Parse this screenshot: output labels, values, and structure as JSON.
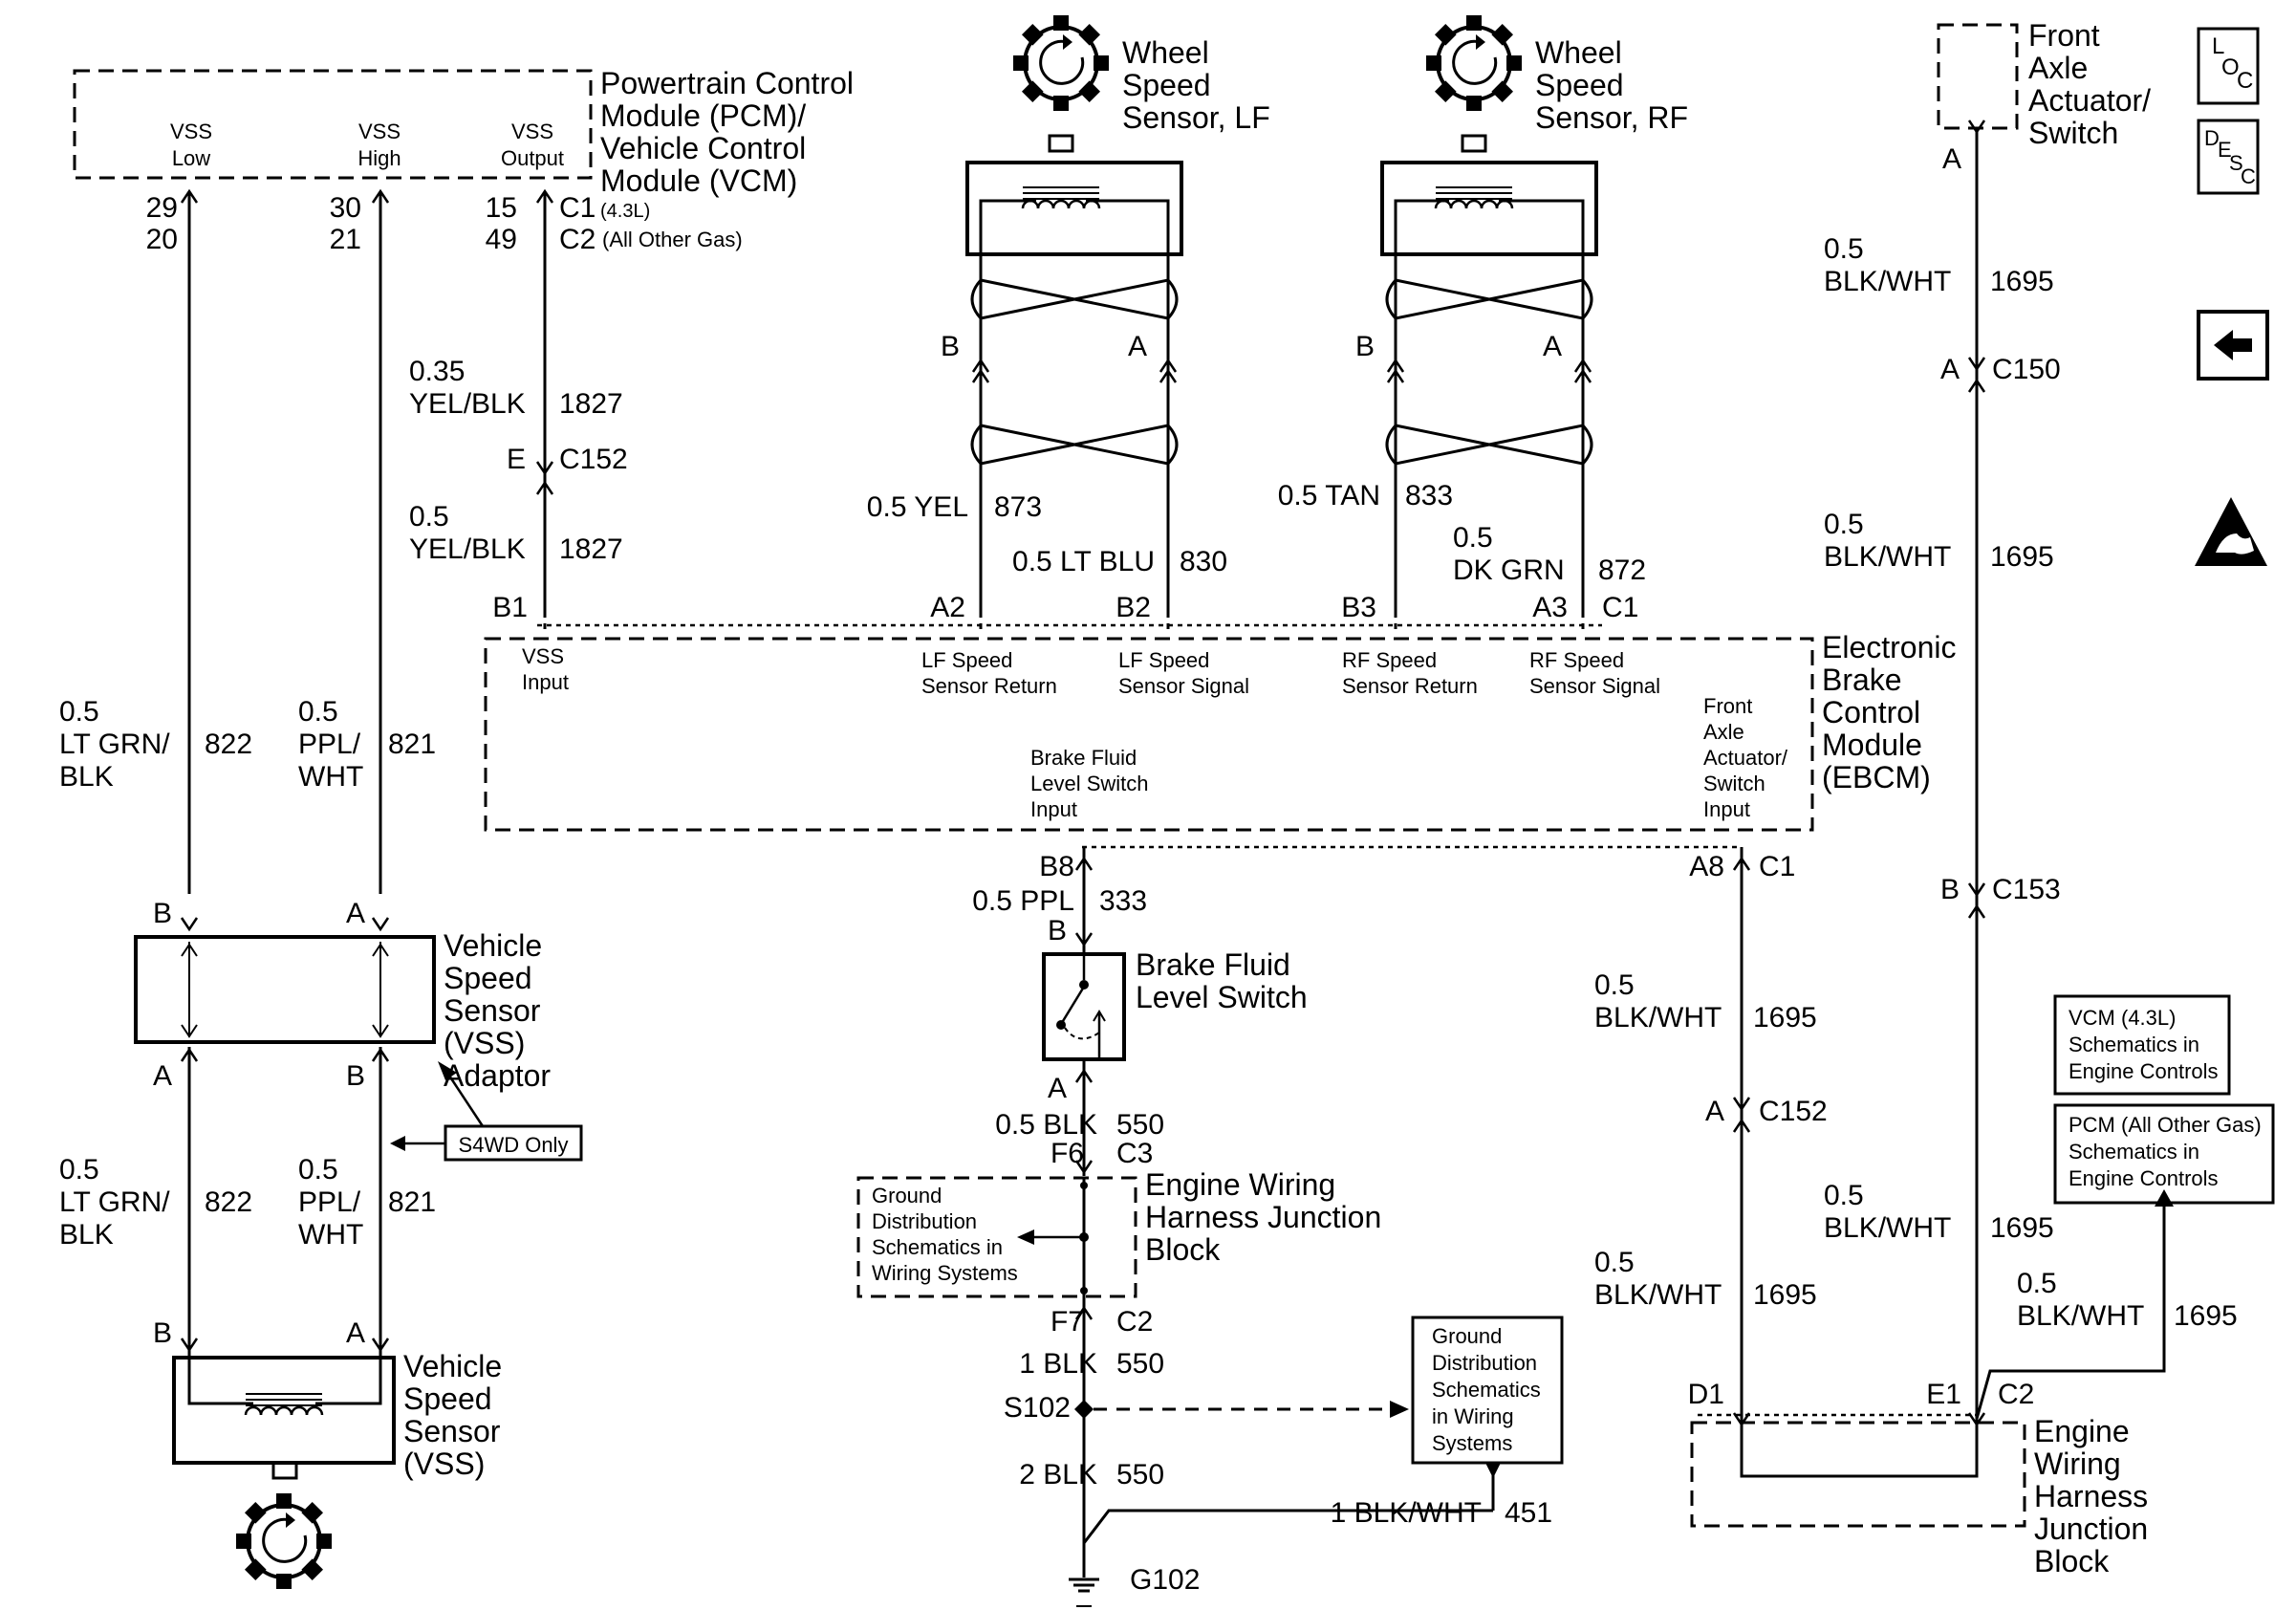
{
  "pcm": {
    "title": [
      "Powertrain Control",
      "Module (PCM)/",
      "Vehicle Control",
      "Module (VCM)"
    ],
    "pins": [
      [
        "VSS",
        "Low"
      ],
      [
        "VSS",
        "High"
      ],
      [
        "VSS",
        "Output"
      ]
    ],
    "pin_numbers": [
      [
        "29",
        "20"
      ],
      [
        "30",
        "21"
      ],
      [
        "15",
        "49"
      ]
    ],
    "connectors": [
      {
        "id": "C1",
        "note": "(4.3L)"
      },
      {
        "id": "C2",
        "note": "(All Other Gas)"
      }
    ]
  },
  "wires": {
    "vss_output_top": {
      "size": "0.35",
      "color": "YEL/BLK",
      "circuit": "1827"
    },
    "c152_e": {
      "pin": "E",
      "id": "C152"
    },
    "vss_output_bottom": {
      "size": "0.5",
      "color": "YEL/BLK",
      "circuit": "1827"
    },
    "vss_low_top": {
      "size": "0.5",
      "color": [
        "LT GRN/",
        "BLK"
      ],
      "circuit": "822"
    },
    "vss_high_top": {
      "size": "0.5",
      "color": [
        "PPL/",
        "WHT"
      ],
      "circuit": "821"
    },
    "vss_low_bottom": {
      "size": "0.5",
      "color": [
        "LT GRN/",
        "BLK"
      ],
      "circuit": "822"
    },
    "vss_high_bottom": {
      "size": "0.5",
      "color": [
        "PPL/",
        "WHT"
      ],
      "circuit": "821"
    },
    "lf_return": {
      "label": "0.5 YEL",
      "circuit": "873"
    },
    "lf_signal": {
      "label": "0.5 LT BLU",
      "circuit": "830"
    },
    "rf_return": {
      "label": "0.5 TAN",
      "circuit": "833"
    },
    "rf_signal": {
      "size": "0.5",
      "color": "DK GRN",
      "circuit": "872"
    },
    "brake_fluid": {
      "label": "0.5 PPL",
      "circuit": "333"
    },
    "brake_switch_out": {
      "label": "0.5 BLK",
      "circuit": "550"
    },
    "f7_c2": {
      "label": "1 BLK",
      "circuit": "550"
    },
    "s102_g102": {
      "label": "2 BLK",
      "circuit": "550"
    },
    "ground_blkwht": {
      "label": "1 BLK/WHT",
      "circuit": "451"
    },
    "ebcm_a8": {
      "size": "0.5",
      "color": "BLK/WHT",
      "circuit": "1695"
    },
    "c152_a_to_d1": {
      "size": "0.5",
      "color": "BLK/WHT",
      "circuit": "1695"
    },
    "front_axle_top": {
      "size": "0.5",
      "color": "BLK/WHT",
      "circuit": "1695"
    },
    "front_axle_mid": {
      "size": "0.5",
      "color": "BLK/WHT",
      "circuit": "1695"
    },
    "e1_up": {
      "size": "0.5",
      "color": "BLK/WHT",
      "circuit": "1695"
    },
    "e1_right": {
      "size": "0.5",
      "color": "BLK/WHT",
      "circuit": "1695"
    }
  },
  "vss_adaptor": {
    "title": [
      "Vehicle",
      "Speed",
      "Sensor",
      "(VSS)",
      "Adaptor"
    ],
    "top_pins": [
      "B",
      "A"
    ],
    "bottom_pins": [
      "A",
      "B"
    ],
    "note": "S4WD Only"
  },
  "vss_sensor": {
    "title": [
      "Vehicle",
      "Speed",
      "Sensor",
      "(VSS)"
    ],
    "pins": [
      "B",
      "A"
    ]
  },
  "wss_lf": {
    "title": [
      "Wheel",
      "Speed",
      "Sensor, LF"
    ],
    "pins": [
      "B",
      "A"
    ]
  },
  "wss_rf": {
    "title": [
      "Wheel",
      "Speed",
      "Sensor, RF"
    ],
    "pins": [
      "B",
      "A"
    ]
  },
  "ebcm": {
    "title": [
      "Electronic",
      "Brake",
      "Control",
      "Module",
      "(EBCM)"
    ],
    "pins_top": [
      "B1",
      "A2",
      "B2",
      "B3",
      "A3"
    ],
    "connector_top": "C1",
    "inputs": {
      "vss": [
        "VSS",
        "Input"
      ],
      "lf_return": [
        "LF Speed",
        "Sensor Return"
      ],
      "lf_signal": [
        "LF Speed",
        "Sensor Signal"
      ],
      "rf_return": [
        "RF Speed",
        "Sensor Return"
      ],
      "rf_signal": [
        "RF Speed",
        "Sensor Signal"
      ],
      "brake_fluid": [
        "Brake Fluid",
        "Level Switch",
        "Input"
      ],
      "front_axle": [
        "Front",
        "Axle",
        "Actuator/",
        "Switch",
        "Input"
      ]
    },
    "pins_bottom": {
      "b8": "B8",
      "a8": "A8",
      "conn": "C1"
    }
  },
  "brake_switch": {
    "title": [
      "Brake Fluid",
      "Level Switch"
    ],
    "top_pin": "B",
    "bottom_pin": "A"
  },
  "ewhjb_left": {
    "pins": [
      {
        "pin": "F6",
        "conn": "C3"
      },
      {
        "pin": "F7",
        "conn": "C2"
      }
    ],
    "title": [
      "Engine Wiring",
      "Harness Junction",
      "Block"
    ],
    "ref": [
      "Ground",
      "Distribution",
      "Schematics in",
      "Wiring Systems"
    ]
  },
  "splice": {
    "id": "S102"
  },
  "ground": {
    "id": "G102"
  },
  "ground_ref": [
    "Ground",
    "Distribution",
    "Schematics",
    "in Wiring",
    "Systems"
  ],
  "front_axle": {
    "title": [
      "Front",
      "Axle",
      "Actuator/",
      "Switch"
    ],
    "pin": "A",
    "c150": {
      "pin": "A",
      "id": "C150"
    },
    "c153": {
      "pin": "B",
      "id": "C153"
    }
  },
  "c152_right": {
    "pin": "A",
    "id": "C152"
  },
  "ewhjb_right": {
    "pins": [
      {
        "pin": "D1"
      },
      {
        "pin": "E1",
        "conn": "C2"
      }
    ],
    "title": [
      "Engine",
      "Wiring",
      "Harness",
      "Junction",
      "Block"
    ]
  },
  "vcm_ref": [
    "VCM (4.3L)",
    "Schematics in",
    "Engine Controls"
  ],
  "pcm_ref": [
    "PCM (All Other Gas)",
    "Schematics in",
    "Engine Controls"
  ],
  "side_icons": {
    "loc": [
      "L",
      "O",
      "C"
    ],
    "desc": [
      "D",
      "E",
      "S",
      "C"
    ],
    "icons": [
      "back-arrow-icon",
      "esd-warning-icon"
    ]
  }
}
